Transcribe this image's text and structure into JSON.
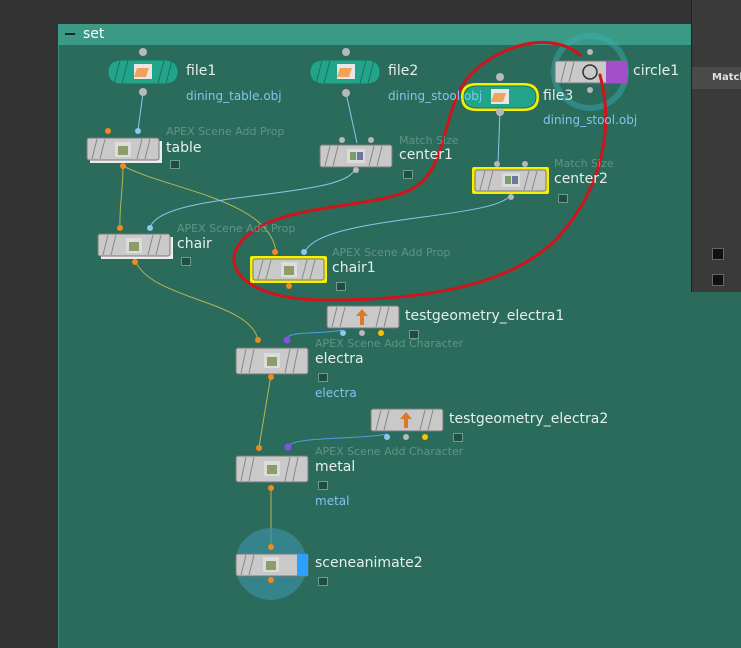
{
  "network": {
    "title": "set"
  },
  "side_panel": {
    "header": "Match"
  },
  "nodes": [
    {
      "id": "file1",
      "label": "file1",
      "sub": "dining_table.obj",
      "ghost": ""
    },
    {
      "id": "file2",
      "label": "file2",
      "sub": "dining_stool.obj",
      "ghost": ""
    },
    {
      "id": "file3",
      "label": "file3",
      "sub": "dining_stool.obj",
      "ghost": ""
    },
    {
      "id": "circle1",
      "label": "circle1",
      "sub": "",
      "ghost": ""
    },
    {
      "id": "table",
      "label": "table",
      "sub": "",
      "ghost": "APEX Scene Add Prop"
    },
    {
      "id": "center1",
      "label": "center1",
      "sub": "",
      "ghost": "Match Size"
    },
    {
      "id": "center2",
      "label": "center2",
      "sub": "",
      "ghost": "Match Size"
    },
    {
      "id": "chair",
      "label": "chair",
      "sub": "",
      "ghost": "APEX Scene Add Prop"
    },
    {
      "id": "chair1",
      "label": "chair1",
      "sub": "",
      "ghost": "APEX Scene Add Prop"
    },
    {
      "id": "testgeo1",
      "label": "testgeometry_electra1",
      "sub": "",
      "ghost": ""
    },
    {
      "id": "electra",
      "label": "electra",
      "sub": "electra",
      "ghost": "APEX Scene Add Character"
    },
    {
      "id": "testgeo2",
      "label": "testgeometry_electra2",
      "sub": "",
      "ghost": ""
    },
    {
      "id": "metal",
      "label": "metal",
      "sub": "metal",
      "ghost": "APEX Scene Add Character"
    },
    {
      "id": "sceneanimate2",
      "label": "sceneanimate2",
      "sub": "",
      "ghost": ""
    }
  ],
  "colors": {
    "network_bg": "#2b6b5c",
    "file_node": "#22a48a",
    "node_body": "#c9c9c9",
    "selected_outline": "#f4f000",
    "annotation": "#d0141b",
    "wire_orange": "#f08a1a",
    "wire_blue": "#8ac8ee",
    "wire_purple": "#8a4fe0",
    "display_flag": "#2aa0ff",
    "template_flag": "#a24ec8"
  },
  "icons": {
    "file": "file-sop-icon",
    "apex": "apex-add-prop-icon",
    "match": "match-size-icon",
    "testgeo": "test-geometry-icon",
    "circle": "circle-icon"
  }
}
